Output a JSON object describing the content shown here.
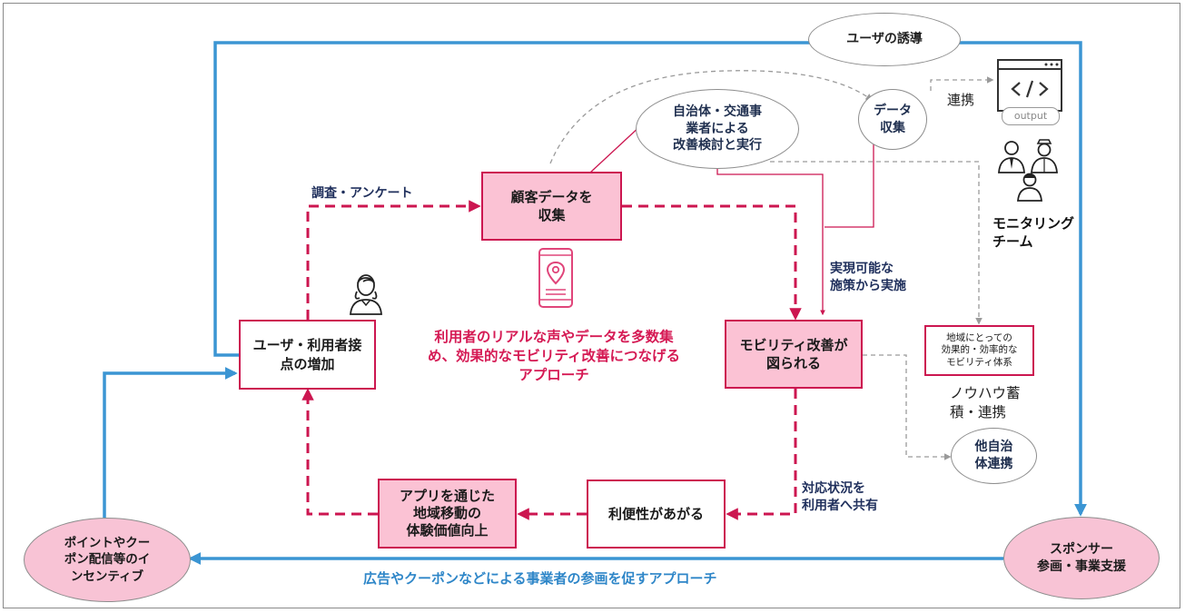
{
  "nodes": {
    "user_touchpoints": "ユーザ・利用者接\n点の増加",
    "customer_data": "顧客データを\n収集",
    "mobility_improved": "モビリティ改善が\n図られる",
    "convenience": "利便性があがる",
    "app_experience": "アプリを通じた\n地域移動の\n体験価値向上",
    "effective_system": "地域にとっての\n効果的・効率的な\nモビリティ体系"
  },
  "ellipses": {
    "user_guidance": "ユーザの誘導",
    "municipality": "自治体・交通事\n業者による\n改善検討と実行",
    "data_collection": "データ\n収集",
    "other_municipalities": "他自治\n体連携",
    "incentives": "ポイントやクー\nポン配信等のイ\nンセンティブ",
    "sponsor": "スポンサー\n参画・事業支援"
  },
  "labels": {
    "survey": "調査・アンケート",
    "feasible": "実現可能な\n施策から実施",
    "share_status": "対応状況を\n利用者へ共有",
    "center_message": "利用者のリアルな声やデータを多数集\nめ、効果的なモビリティ改善につなげる\nアプローチ",
    "bottom_message": "広告やクーポンなどによる事業者の参画を促すアプローチ",
    "collaboration": "連携",
    "monitoring_team": "モニタリング\nチーム",
    "knowhow": "ノウハウ蓄\n積・連携",
    "output_badge": "output"
  },
  "icons": [
    "person-icon",
    "smartphone-location-icon",
    "code-window-icon",
    "monitoring-team-icon"
  ],
  "colors": {
    "crimson": "#cc1650",
    "pink_fill": "#fbc2d4",
    "blue": "#3b95d3",
    "navy_text": "#1f2f5c",
    "grey_line": "#999999"
  }
}
